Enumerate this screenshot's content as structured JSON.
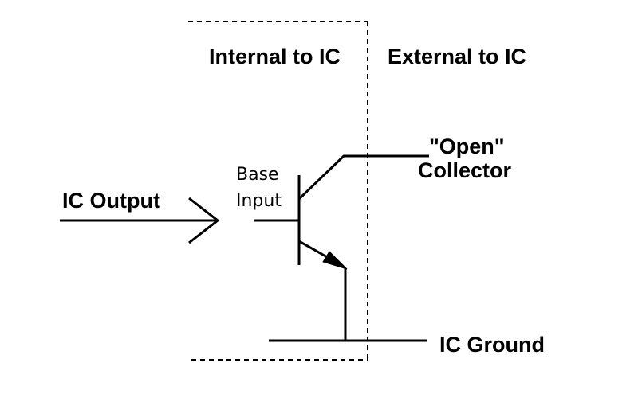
{
  "labels": {
    "internal": "Internal to IC",
    "external": "External to IC",
    "ic_output": "IC Output",
    "base_line1": "Base",
    "base_line2": "Input",
    "open_line1": "\"Open\"",
    "open_line2": "Collector",
    "ic_ground": "IC Ground"
  }
}
